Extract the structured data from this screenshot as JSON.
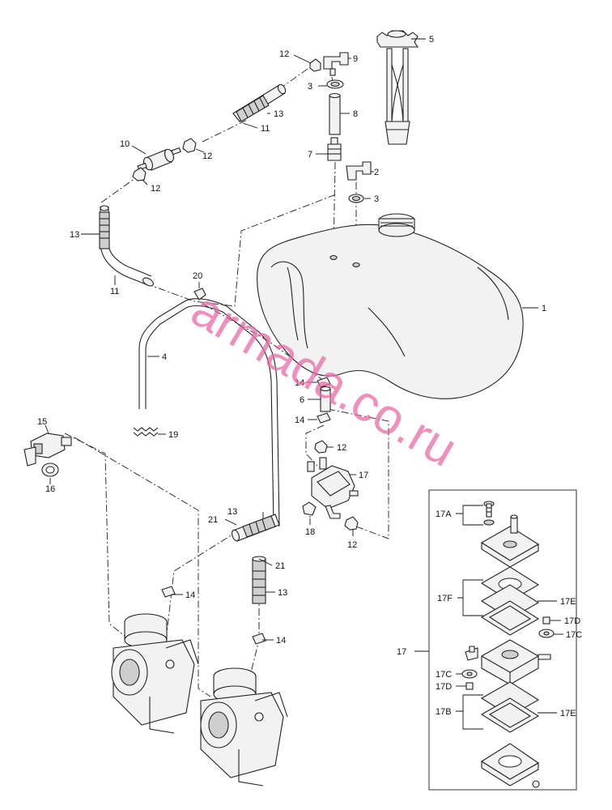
{
  "watermark": "armada.co.ru",
  "callouts": {
    "c1": "1",
    "c2": "2",
    "c3a": "3",
    "c3b": "3",
    "c4": "4",
    "c5": "5",
    "c6": "6",
    "c7": "7",
    "c8": "8",
    "c9": "9",
    "c10": "10",
    "c11a": "11",
    "c11b": "11",
    "c12a": "12",
    "c12b": "12",
    "c12c": "12",
    "c12d": "12",
    "c12e": "12",
    "c13a": "13",
    "c13b": "13",
    "c13c": "13",
    "c13d": "13",
    "c14a": "14",
    "c14b": "14",
    "c14c": "14",
    "c14d": "14",
    "c15": "15",
    "c16": "16",
    "c17": "17",
    "c17main": "17",
    "c18": "18",
    "c19": "19",
    "c20": "20",
    "c21a": "21",
    "c21b": "21",
    "c17A": "17A",
    "c17F": "17F",
    "c17E1": "17E",
    "c17D1": "17D",
    "c17C1": "17C",
    "c17C2": "17C",
    "c17D2": "17D",
    "c17B": "17B",
    "c17E2": "17E"
  }
}
